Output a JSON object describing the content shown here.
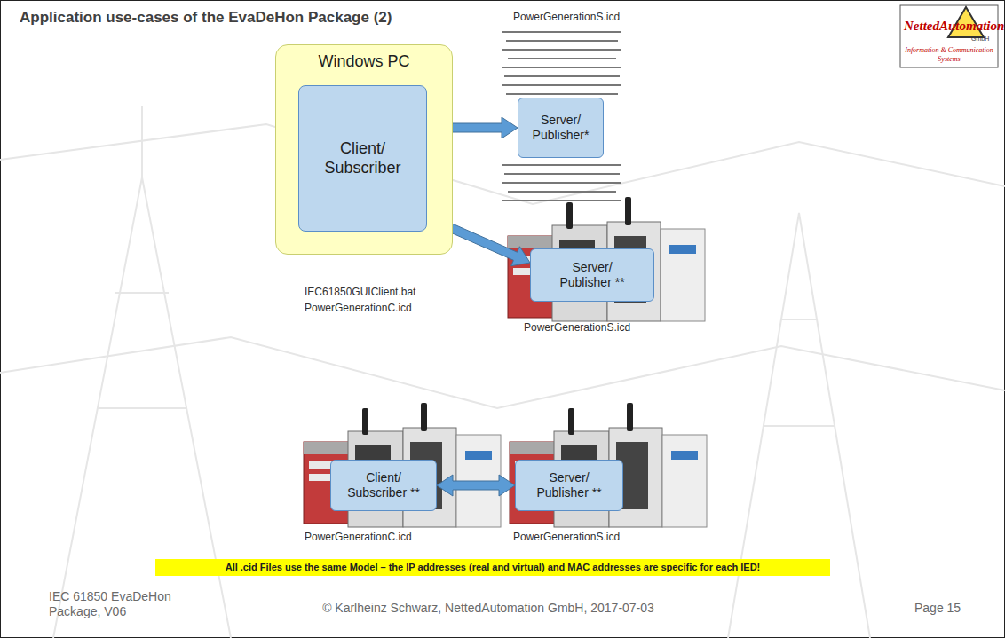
{
  "diagram": {
    "title": "Application use-cases of the EvaDeHon Package (2)",
    "nodes": [
      {
        "text": [
          "Windows PC"
        ]
      },
      {
        "text": [
          "Client/ Subscriber"
        ],
        "in": 0
      },
      {
        "text": [
          "Server/ Publisher*"
        ]
      },
      {
        "text": [
          "Server/ Publisher **"
        ]
      },
      {
        "text": [
          "Client/ Subscriber **"
        ]
      },
      {
        "text": [
          "Server/ Publisher **"
        ]
      }
    ],
    "edges": [
      {
        "from": 1,
        "to": 2,
        "arrow": "both"
      },
      {
        "from": 1,
        "to": 3,
        "arrow": "both"
      },
      {
        "from": 4,
        "to": 5,
        "arrow": "both"
      }
    ],
    "labels": [
      "NettedAutomation",
      "GmbH",
      "Information & Communication Systems",
      "PowerGenerationS.icd",
      "IEC61850GUIClient.bat",
      "PowerGenerationC.icd",
      "PowerGenerationS.icd",
      "PowerGenerationC.icd",
      "PowerGenerationS.icd",
      "All .cid Files use the same Model – the IP addresses (real and virtual) and MAC addresses are specific for each IED!",
      "IEC 61850 EvaDeHon Package, V06",
      "© Karlheinz Schwarz, NettedAutomation GmbH, 2017-07-03",
      "Page 15"
    ]
  }
}
